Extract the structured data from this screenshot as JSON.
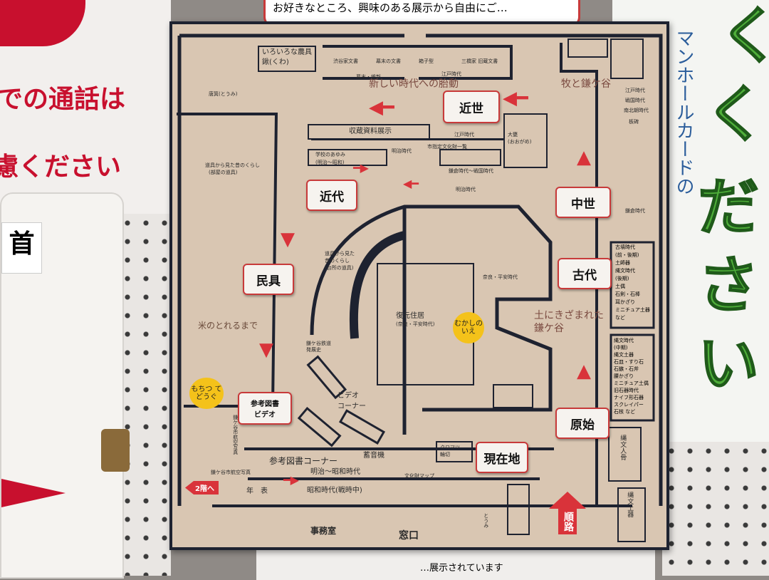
{
  "background": {
    "left_poster_lines": [
      "での通話は",
      "慮ください"
    ],
    "left_device_label": "首",
    "right_poster_chars": [
      "く",
      "だ",
      "さ",
      "い"
    ],
    "right_poster_vertical": "マンホールカードの",
    "top_banner": "お好きなところ、興味のある展示から自由にご…",
    "bottom_paper": "…展示されています"
  },
  "map": {
    "top_cases": [
      "渋谷家文書",
      "幕末の文書",
      "箱子型",
      "三橋家 旧蔵文書"
    ],
    "top_small": [
      "いろいろな農具",
      "鍬(くわ)",
      "唐箕(とうみ)"
    ],
    "era_labels": [
      "幕末・維新",
      "江戸時代",
      "江戸時代",
      "明治時代",
      "明治時代",
      "鎌倉時代～戦国時代",
      "奈良・平安時代"
    ],
    "zone_titles": [
      "新しい時代への胎動",
      "牧と鎌ケ谷",
      "土にきざまれた鎌ケ谷",
      "米のとれるまで"
    ],
    "exhibits": {
      "collection": "収蔵資料展示",
      "school": "学校のあゆみ",
      "school_sub": "(明治～昭和)",
      "jar": "大甕",
      "jar_sub": "(おおがめ)",
      "designated": "市指定文化財一覧",
      "tools_room": "道具から見た昔のくらし",
      "tools_room_sub": "(部屋の道具)",
      "tools_kitchen": "道具から見た",
      "tools_kitchen_sub": "昔のくらし",
      "tools_kitchen_sub2": "(台所の道具)",
      "dwelling": "復元住居",
      "dwelling_sub": "(奈良・平安時代)",
      "railway": "鎌ケ谷鉄道",
      "railway_sub": "発展史",
      "video": "ビデオ",
      "video_sub": "コーナー",
      "library": "参考図書コーナー",
      "phonograph": "蓄音機",
      "kuromatsu": "クロマツ",
      "kuromatsu_sub": "輪切",
      "meiji_showa": "明治～昭和時代",
      "showa_war": "昭和時代(戦時中)",
      "chronology": "年　表",
      "office": "事務室",
      "window": "窓口",
      "upstairs": "2階へ",
      "toumi": "とうみ",
      "cultural_map": "文化財マップ",
      "aerial": "鎌ケ谷市航空写真"
    },
    "right_cases": [
      "江戸時代",
      "戦国時代",
      "南北朝時代",
      "板碑",
      "鎌倉時代",
      "古墳時代",
      "(前・後期)",
      "土師器",
      "縄文時代",
      "(後期)",
      "土偶",
      "石剣・石棒",
      "耳かざり",
      "ミニチュア土器",
      "など",
      "縄文時代",
      "(中期)",
      "縄文土器",
      "石皿・すり石",
      "石鏃・石斧",
      "腰かざり",
      "ミニチュア土偶",
      "旧石器時代",
      "ナイフ形石器",
      "スクレイパー",
      "石核 など"
    ],
    "vertical_cases": [
      "縄文人骨",
      "縄文土器"
    ],
    "tags": {
      "kinsei": "近世",
      "kindai": "近代",
      "chusei": "中世",
      "mingu": "民具",
      "kodai": "古代",
      "genshi": "原始",
      "genzaichi": "現在地",
      "sanko": "参考図書",
      "sanko_sub": "ビデオ",
      "junro": "順路"
    },
    "stickers": {
      "mukashi": "むかしのいえ",
      "mottemodoru": "もちつ てどうぐ"
    },
    "colors": {
      "arrow": "#d9333a",
      "tag_border": "#c83a3a",
      "paper": "#d9c6b2",
      "ink": "#1e2230"
    }
  }
}
